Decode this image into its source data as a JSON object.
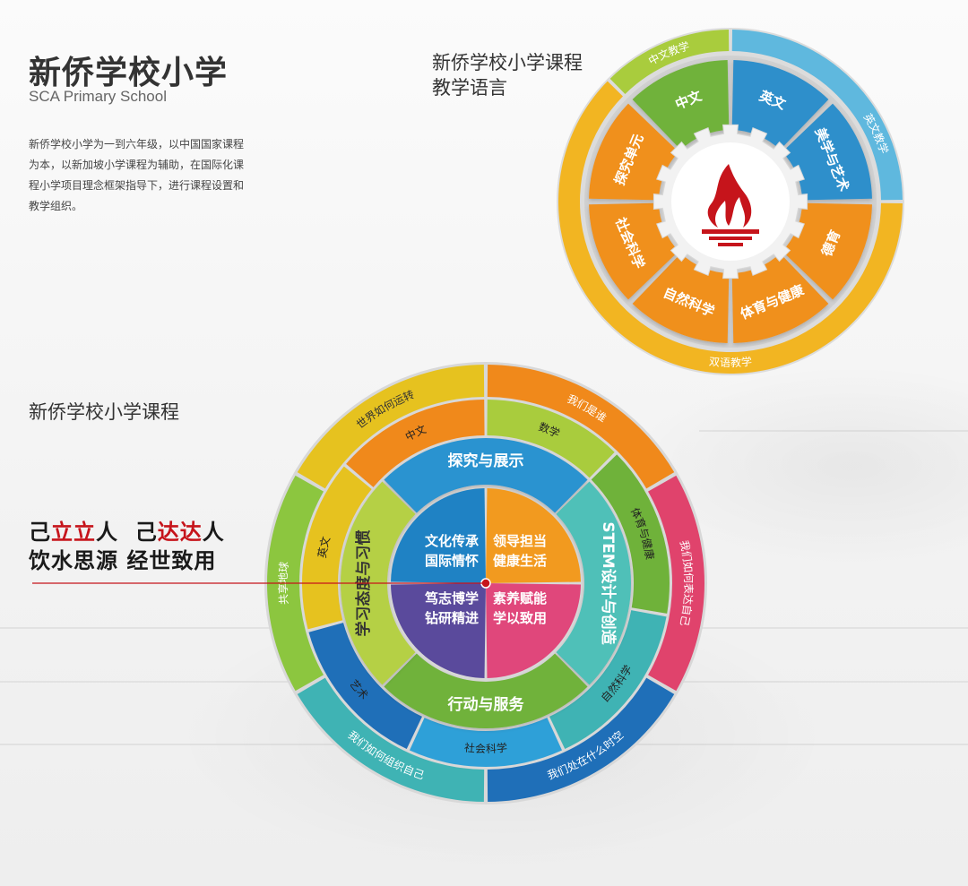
{
  "header": {
    "title": "新侨学校小学",
    "subtitle": "SCA Primary School",
    "description": "新侨学校小学为一到六年级，以中国国家课程为本，以新加坡小学课程为辅助，在国际化课程小学项目理念框架指导下，进行课程设置和教学组织。"
  },
  "language_section": {
    "title_line1": "新侨学校小学课程",
    "title_line2": "教学语言",
    "outer_ring": [
      "中文教学",
      "英文教学",
      "双语教学"
    ],
    "inner_segments": [
      "中文",
      "英文",
      "美学与艺术",
      "德育",
      "体育与健康",
      "自然科学",
      "社会科学",
      "探究单元"
    ],
    "colors": {
      "green": "#6fb23a",
      "blue": "#2f8fcb",
      "orange": "#f0901e",
      "yellow": "#f2b522",
      "light_green": "#a9cc3d",
      "light_blue": "#5fb8de"
    }
  },
  "curriculum_section": {
    "title": "新侨学校小学课程",
    "motto_line1": {
      "a": "己",
      "b": "立立",
      "c": "人",
      "d": "己",
      "e": "达达",
      "f": "人"
    },
    "motto_line2": "饮水思源  经世致用",
    "outer_ring": [
      "世界如何运转",
      "我们是谁",
      "我们如何表达自己",
      "我们处在什么时空",
      "我们如何组织自己",
      "共享地球"
    ],
    "middle_ring": [
      "数学",
      "体育与健康",
      "自然科学",
      "社会科学",
      "艺术",
      "英文",
      "中文"
    ],
    "inner_ring": [
      "探究与展示",
      "STEM设计与创造",
      "行动与服务",
      "学习态度与习惯"
    ],
    "core": {
      "tl_line1": "文化传承",
      "tl_line2": "国际情怀",
      "tr_line1": "领导担当",
      "tr_line2": "健康生活",
      "bl_line1": "笃志博学",
      "bl_line2": "钻研精进",
      "br_line1": "素养赋能",
      "br_line2": "学以致用"
    },
    "colors": {
      "core_blue": "#1f82c4",
      "core_orange": "#f29a1f",
      "core_purple": "#5a4a9c",
      "core_pink": "#e0477b",
      "accent_red": "#c6141b"
    }
  }
}
